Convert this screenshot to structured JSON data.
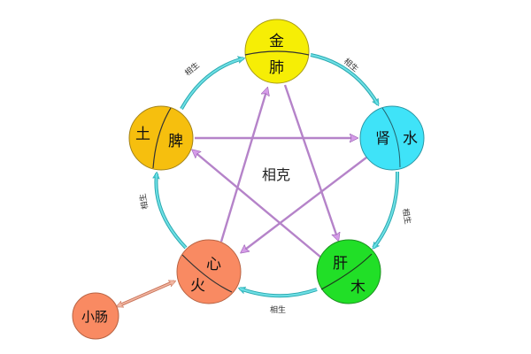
{
  "diagram": {
    "center_label": "相克",
    "generating_label": "相生",
    "colors": {
      "generating_arrow": "#3cc8cf",
      "controlling_arrow": "#b583c9",
      "metal": "#f6ee05",
      "earth": "#f6bf0e",
      "water": "#3fe3f8",
      "wood": "#21df27",
      "fire": "#f98a62",
      "small_intestine": "#f98a62",
      "small_intestine_link": "#e79a80"
    },
    "nodes": {
      "metal": {
        "element": "金",
        "organ": "肺"
      },
      "earth": {
        "element": "土",
        "organ": "脾"
      },
      "water": {
        "element": "水",
        "organ": "肾"
      },
      "wood": {
        "element": "木",
        "organ": "肝"
      },
      "fire": {
        "element": "火",
        "organ": "心"
      },
      "small_intestine": {
        "label": "小肠"
      }
    },
    "generating_edges": [
      {
        "from": "earth",
        "to": "metal",
        "label": "相生"
      },
      {
        "from": "metal",
        "to": "water",
        "label": "相生"
      },
      {
        "from": "water",
        "to": "wood",
        "label": "相生"
      },
      {
        "from": "wood",
        "to": "fire",
        "label": "相生"
      },
      {
        "from": "fire",
        "to": "earth",
        "label": "相生"
      }
    ],
    "controlling_edges": [
      {
        "from": "earth",
        "to": "water"
      },
      {
        "from": "water",
        "to": "fire"
      },
      {
        "from": "fire",
        "to": "metal"
      },
      {
        "from": "metal",
        "to": "wood"
      },
      {
        "from": "wood",
        "to": "earth"
      }
    ],
    "paired_link": {
      "from": "fire",
      "to": "small_intestine",
      "bidirectional": true
    }
  }
}
